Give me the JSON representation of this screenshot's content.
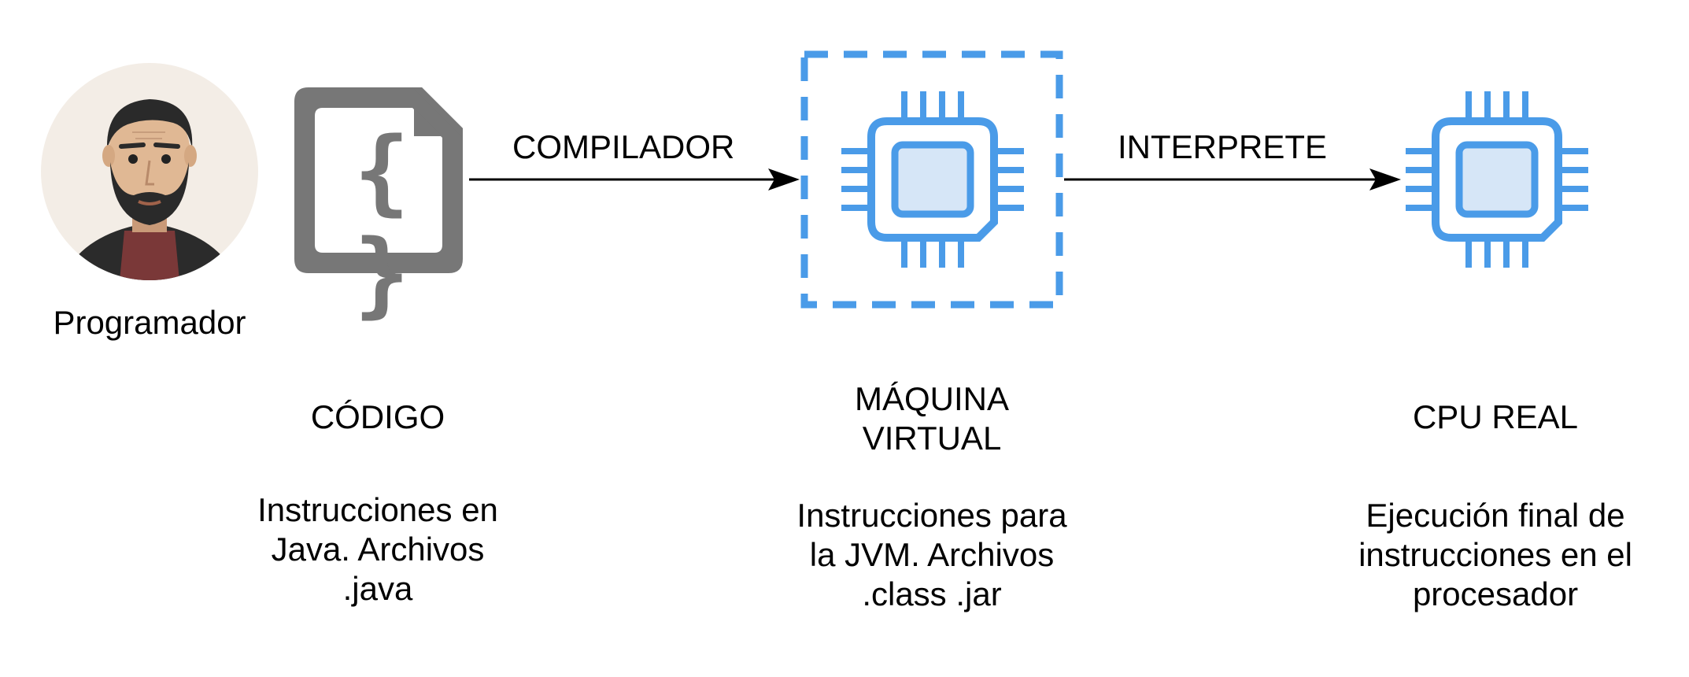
{
  "nodes": {
    "programmer": {
      "label": "Programador",
      "icon": "programmer-avatar-icon"
    },
    "code": {
      "icon": "code-file-icon",
      "glyph": "{ }",
      "title": "CÓDIGO",
      "description": "Instrucciones en\nJava. Archivos\n.java"
    },
    "virtual_machine": {
      "icon": "chip-icon",
      "title": "MÁQUINA\nVIRTUAL",
      "description": "Instrucciones para\nla JVM. Archivos\n.class .jar"
    },
    "real_cpu": {
      "icon": "chip-icon",
      "title": "CPU REAL",
      "description": "Ejecución final de\ninstrucciones en el\nprocesador"
    }
  },
  "edges": [
    {
      "from": "code",
      "to": "virtual_machine",
      "label": "COMPILADOR"
    },
    {
      "from": "virtual_machine",
      "to": "real_cpu",
      "label": "INTERPRETE"
    }
  ],
  "colors": {
    "chip_blue": "#4a9be8",
    "chip_fill": "#d6e6f7",
    "file_gray": "#777777",
    "avatar_bg": "#f3ede6",
    "arrow": "#000000"
  }
}
